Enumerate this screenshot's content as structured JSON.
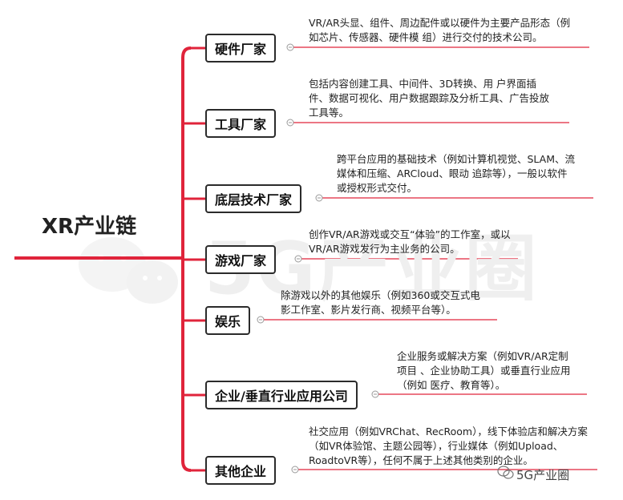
{
  "root": {
    "title": "XR产业链"
  },
  "watermark": "5G产业圈",
  "branches": [
    {
      "label": "硬件厂家",
      "lines": [
        "VR/AR头显、组件、周边配件或以硬件为主要产品形态（例",
        "如芯片、传感器、硬件模 组）进行交付的技术公司。"
      ]
    },
    {
      "label": "工具厂家",
      "lines": [
        "包括内容创建工具、中间件、3D转换、用 户界面插",
        "件、数据可视化、用户数据跟踪及分析工具、广告投放",
        "工具等。"
      ]
    },
    {
      "label": "底层技术厂家",
      "lines": [
        "跨平台应用的基础技术（例如计算机视觉、SLAM、流",
        "媒体和压缩、ARCloud、眼动 追踪等），一般以软件",
        "或授权形式交付。"
      ]
    },
    {
      "label": "游戏厂家",
      "lines": [
        "创作VR/AR游戏或交互“体验”的工作室，或以",
        "VR/AR游戏发行为主业务的公司。"
      ]
    },
    {
      "label": "娱乐",
      "lines": [
        "除游戏以外的其他娱乐（例如360或交互式电",
        "影工作室、影片发行商、视频平台等）。"
      ]
    },
    {
      "label": "企业/垂直行业应用公司",
      "lines": [
        "企业服务或解决方案（例如VR/AR定制",
        "项目 、企业协助工具）或垂直行业应用",
        "（例如 医疗、教育等）。"
      ]
    },
    {
      "label": "其他企业",
      "lines": [
        "社交应用（例如VRChat、RecRoom），线下体验店和解决方案",
        "（如VR体验馆、主题公园等），行业媒体（例如Upload、",
        "RoadtoVR等），任何不属于上述其他类别的企业。"
      ]
    }
  ],
  "footer": {
    "brand": "5G产业圈"
  },
  "colors": {
    "spine": "#e0243b",
    "node_border": "#2b2b2b",
    "connector": "#e0243b",
    "desc_line": "#e0243b",
    "toggle": "#999999"
  }
}
